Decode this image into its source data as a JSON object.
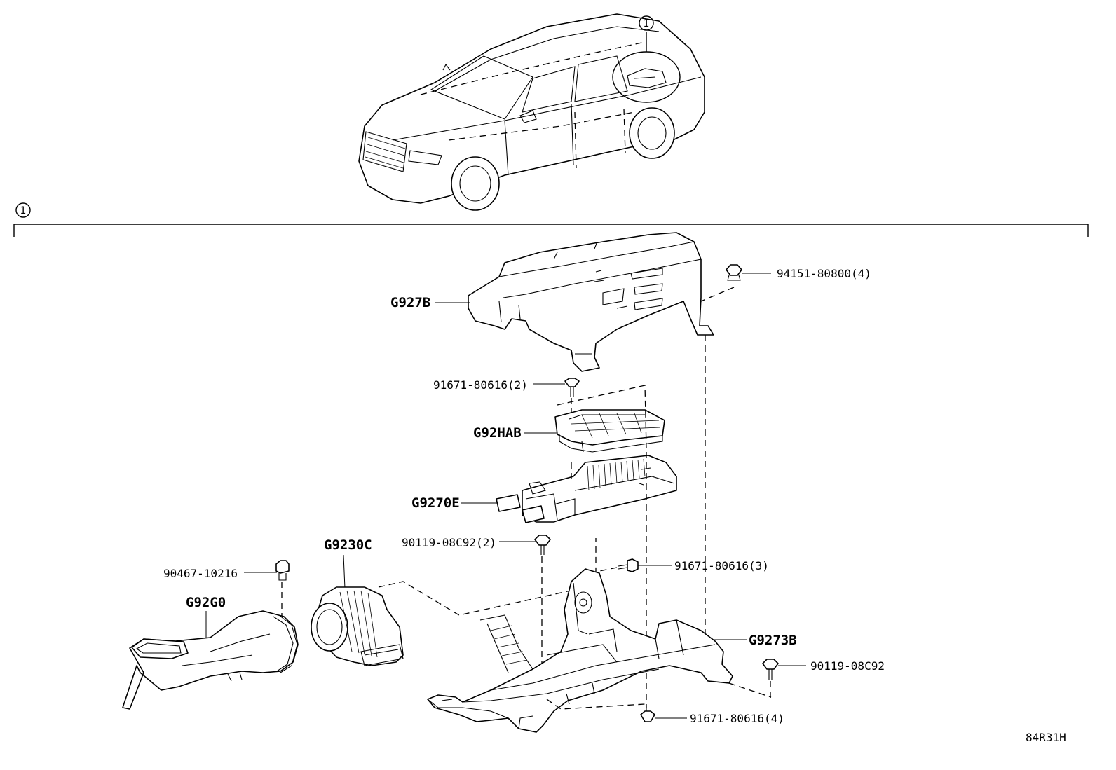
{
  "callout": {
    "number": "1"
  },
  "parts": {
    "cover": "G927B",
    "cover_nut": "94151-80800(4)",
    "upper_screw": "91671-80616(2)",
    "bracket": "G92HAB",
    "module": "G9270E",
    "bolt_a": "90119-08C92(2)",
    "fan": "G9230C",
    "clip": "90467-10216",
    "duct": "G92G0",
    "side_screw": "91671-80616(3)",
    "base": "G9273B",
    "bolt_b": "90119-08C92",
    "lower_screw": "91671-80616(4)"
  },
  "diagram_code": "84R31H"
}
